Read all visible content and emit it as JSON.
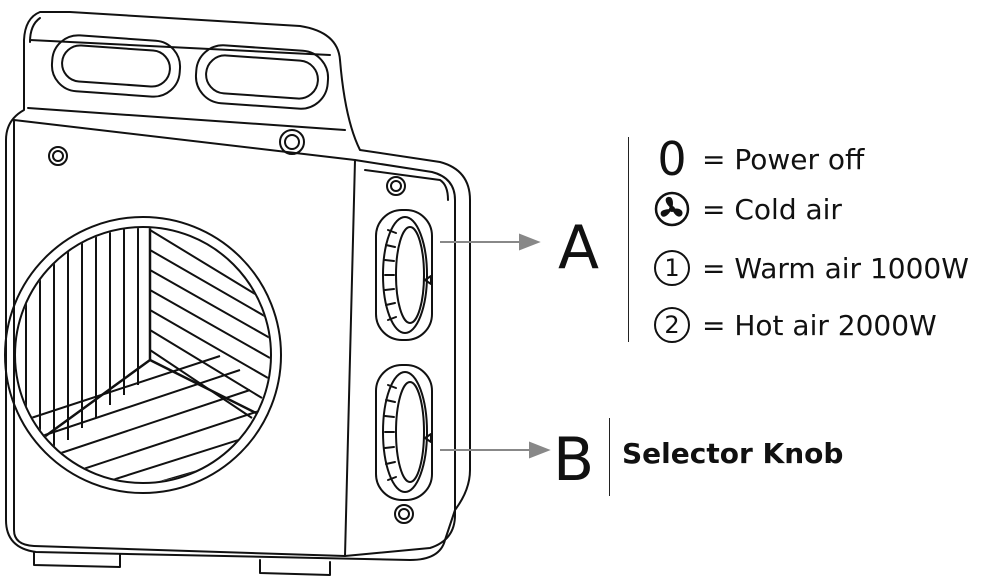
{
  "callouts": {
    "a": {
      "letter": "A",
      "settings": [
        {
          "symbol": "0",
          "symbol_icon": "zero-symbol",
          "text": "= Power off"
        },
        {
          "symbol": "",
          "symbol_icon": "fan-icon",
          "text": "= Cold air"
        },
        {
          "symbol": "1",
          "symbol_icon": "circled-one-icon",
          "text": "= Warm air 1000W"
        },
        {
          "symbol": "2",
          "symbol_icon": "circled-two-icon",
          "text": "= Hot air 2000W"
        }
      ]
    },
    "b": {
      "letter": "B",
      "text": "Selector Knob"
    }
  },
  "colors": {
    "line": "#111111",
    "arrow": "#888888",
    "background": "#ffffff"
  }
}
